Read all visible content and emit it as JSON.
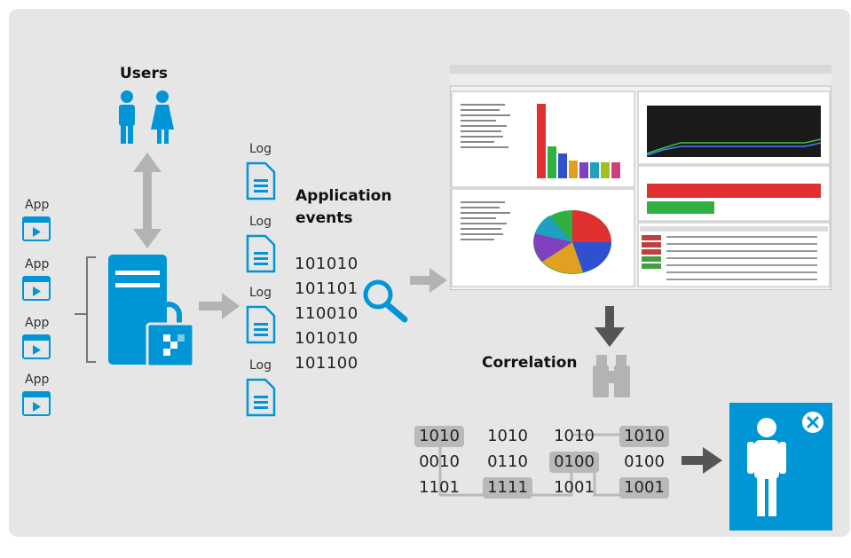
{
  "users": {
    "label": "Users"
  },
  "apps": [
    {
      "label": "App"
    },
    {
      "label": "App"
    },
    {
      "label": "App"
    },
    {
      "label": "App"
    }
  ],
  "logs": [
    {
      "label": "Log"
    },
    {
      "label": "Log"
    },
    {
      "label": "Log"
    },
    {
      "label": "Log"
    }
  ],
  "app_events": {
    "title_line1": "Application",
    "title_line2": "events",
    "binary": [
      "101010",
      "101101",
      "110010",
      "101010",
      "101100"
    ]
  },
  "correlation": {
    "label": "Correlation",
    "grid": [
      [
        "1010",
        "1010",
        "1010",
        "1010"
      ],
      [
        "0010",
        "0110",
        "0100",
        "0100"
      ],
      [
        "1101",
        "1111",
        "1001",
        "1001"
      ]
    ]
  },
  "colors": {
    "blue": "#0096d6",
    "gray_arrow": "#b3b3b3",
    "dark_arrow": "#555555",
    "highlight": "#b9b9b9"
  }
}
